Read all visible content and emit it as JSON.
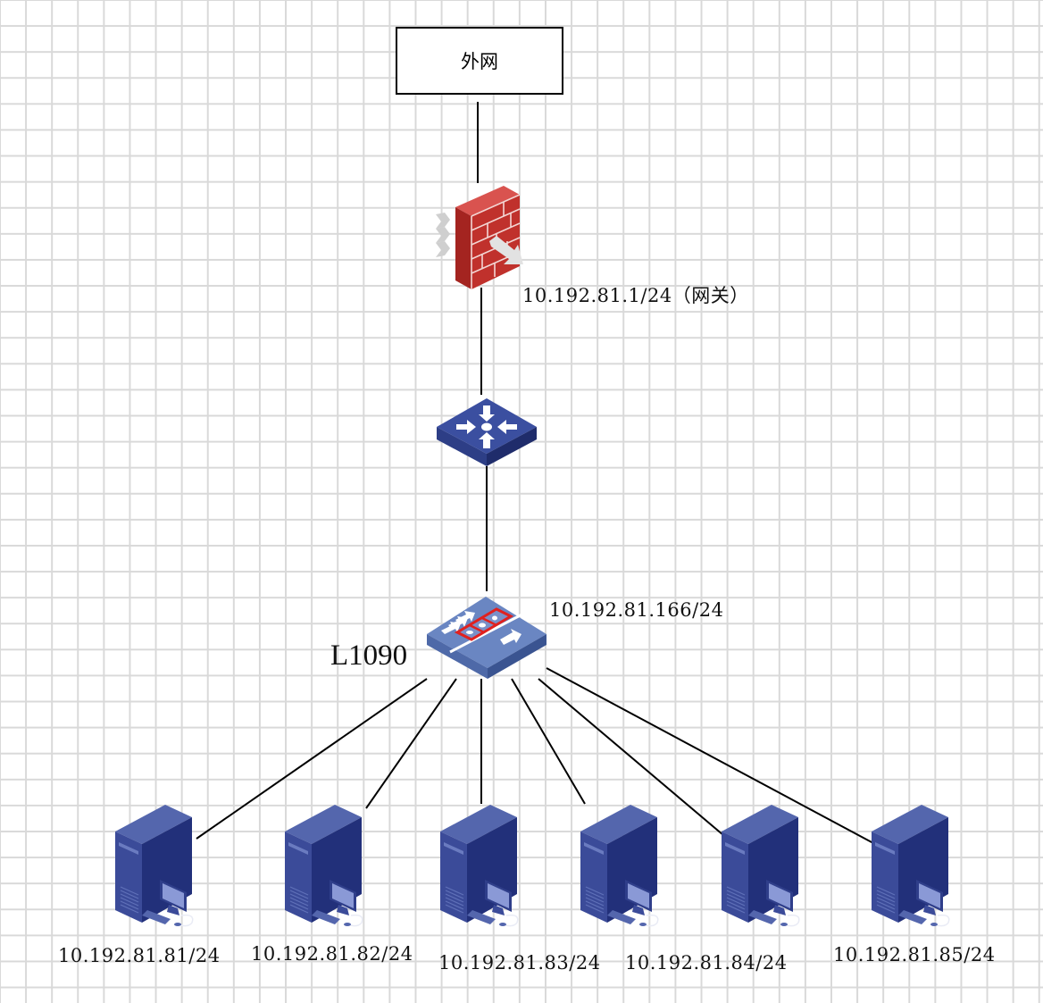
{
  "diagram": {
    "type": "network-topology",
    "colors": {
      "grid": "#d9d9d9",
      "link": "#000000",
      "firewall_red": "#b52a26",
      "device_blue": "#3a4e98",
      "device_blue_dark": "#24306f",
      "switch_light_blue": "#6a86c2",
      "highlight_red": "#e0211f"
    },
    "nodes": {
      "wan": {
        "label": "外网",
        "icon": "cloud-box"
      },
      "firewall": {
        "icon": "firewall-icon",
        "ip_label": "10.192.81.1/24（网关）"
      },
      "core_switch": {
        "icon": "layer3-switch-icon"
      },
      "access_device": {
        "icon": "security-switch-icon",
        "name": "L1090",
        "ip_label": "10.192.81.166/24"
      },
      "hosts": [
        {
          "icon": "workstation-icon",
          "ip_label": "10.192.81.81/24"
        },
        {
          "icon": "workstation-icon",
          "ip_label": "10.192.81.82/24"
        },
        {
          "icon": "workstation-icon",
          "ip_label": "10.192.81.83/24"
        },
        {
          "icon": "workstation-icon",
          "ip_label": "10.192.81.84/24"
        },
        {
          "icon": "workstation-icon",
          "ip_label": "10.192.81.85/24"
        }
      ]
    },
    "links": [
      {
        "from": "wan",
        "to": "firewall"
      },
      {
        "from": "firewall",
        "to": "core_switch"
      },
      {
        "from": "core_switch",
        "to": "access_device"
      },
      {
        "from": "access_device",
        "to": "host-1"
      },
      {
        "from": "access_device",
        "to": "host-2"
      },
      {
        "from": "access_device",
        "to": "host-3"
      },
      {
        "from": "access_device",
        "to": "host-4"
      },
      {
        "from": "access_device",
        "to": "host-5"
      },
      {
        "from": "access_device",
        "to": "host-6"
      }
    ],
    "host_labels_extra": "10.192.81.85/24"
  }
}
